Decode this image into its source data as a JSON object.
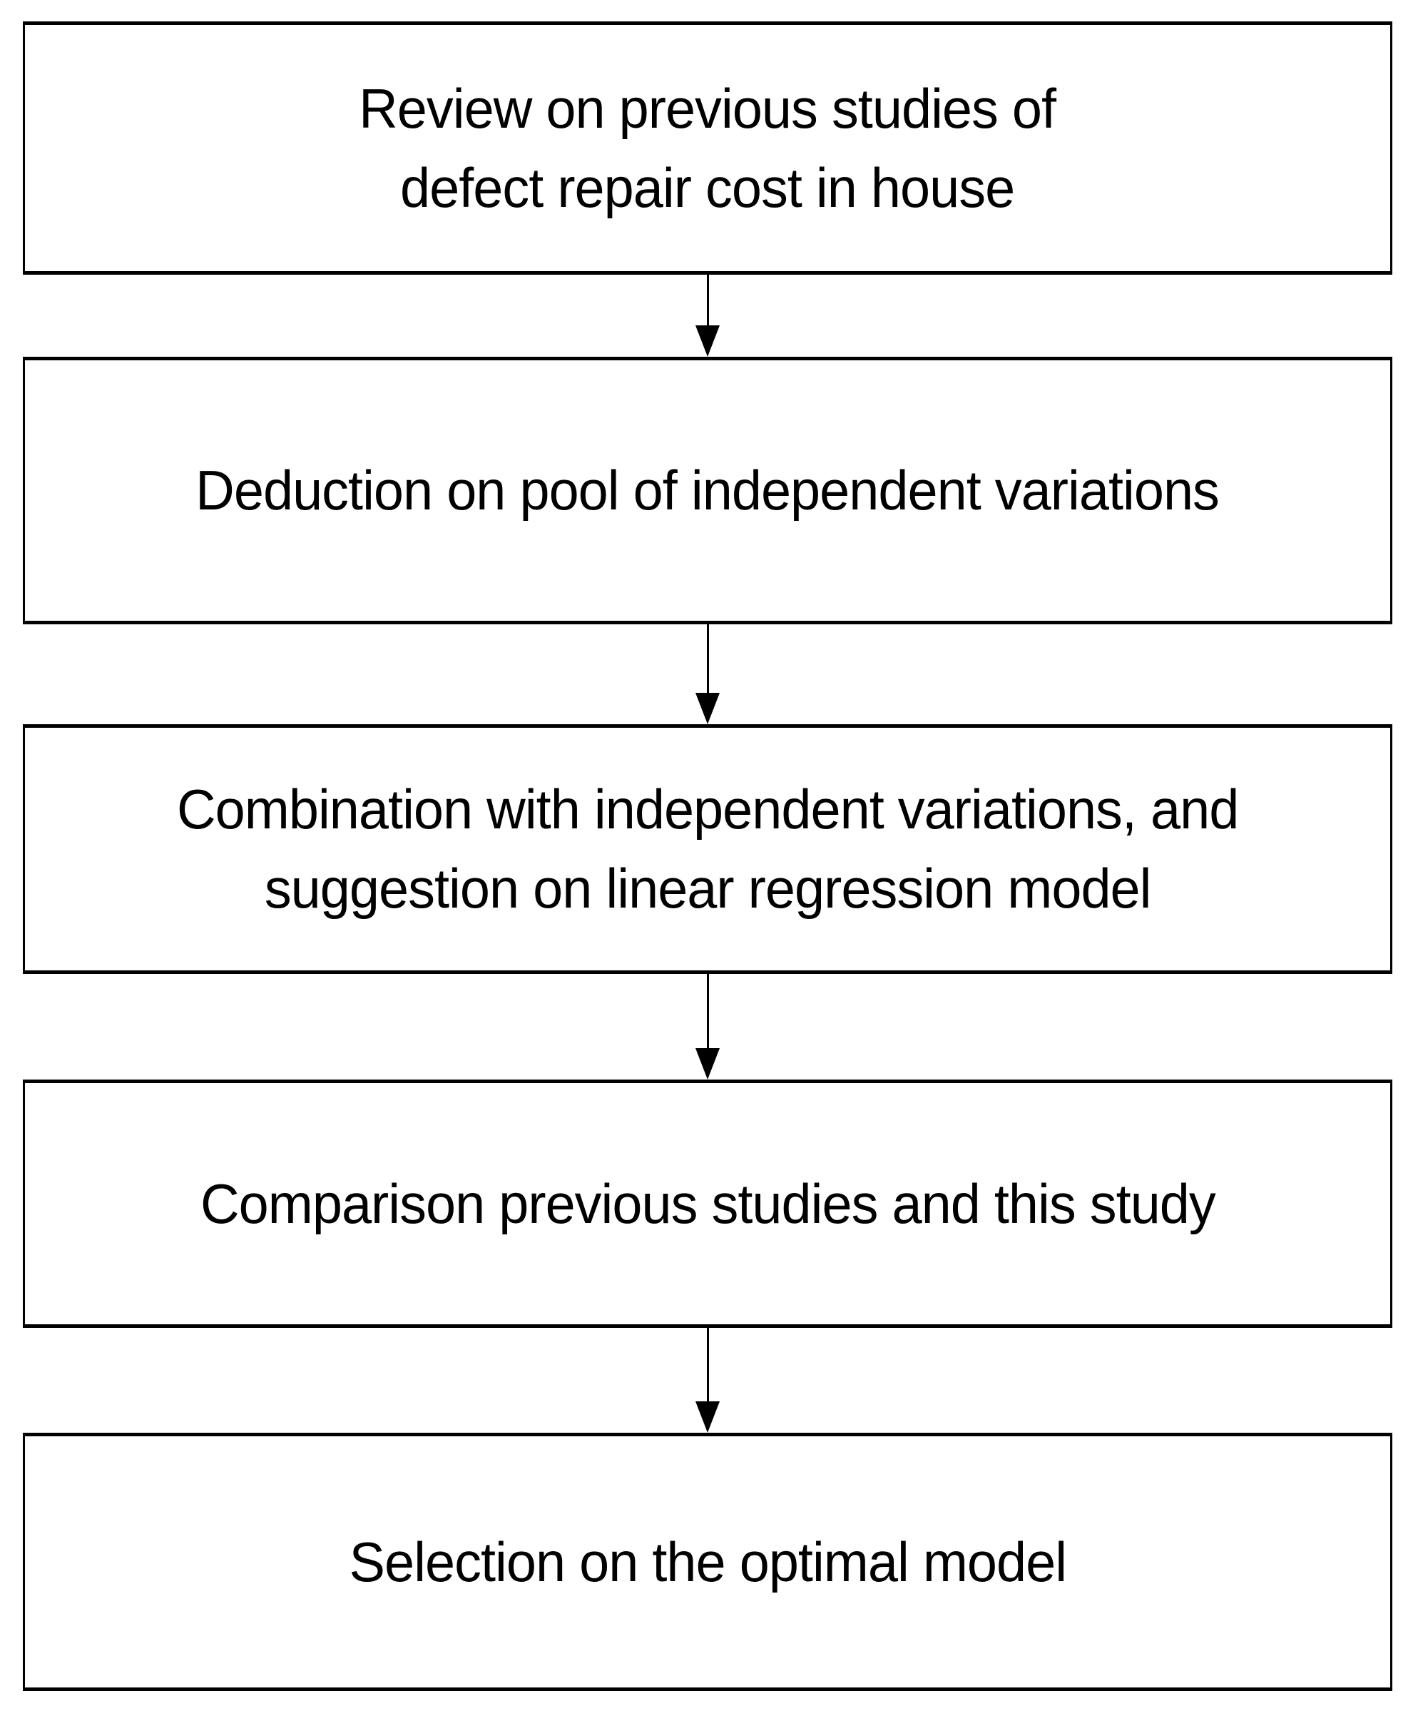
{
  "diagram": {
    "type": "flowchart",
    "direction": "top-down",
    "steps": [
      {
        "label": "Review on previous studies of\ndefect repair cost in house"
      },
      {
        "label": "Deduction on pool of independent variations"
      },
      {
        "label": "Combination with independent variations, and\nsuggestion on linear regression model"
      },
      {
        "label": "Comparison previous studies and this study"
      },
      {
        "label": "Selection on the optimal model"
      }
    ]
  },
  "colors": {
    "background": "#ffffff",
    "box_border": "#000000",
    "text": "#000000",
    "arrow": "#000000"
  }
}
